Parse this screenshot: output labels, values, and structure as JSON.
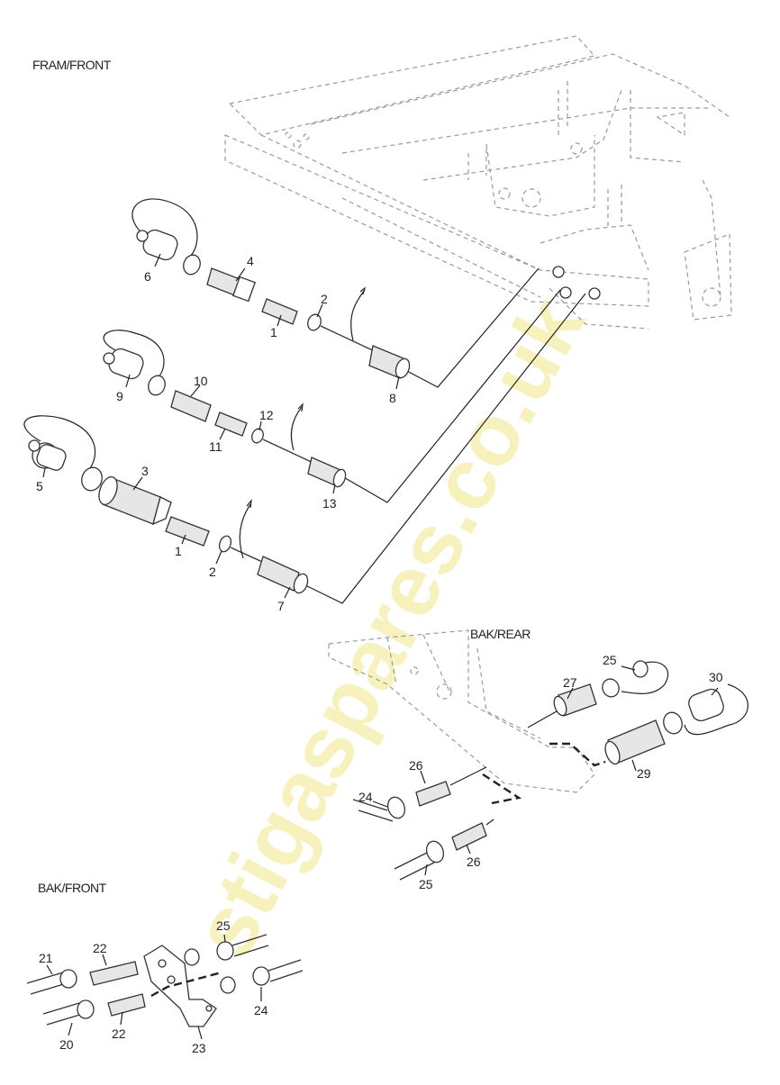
{
  "sections": {
    "front_frame": "FRAM/FRONT",
    "rear": "BAK/REAR",
    "front_bracket": "BAK/FRONT"
  },
  "watermark": {
    "text": "stigaspares.co.uk",
    "color": "#f7f0b8"
  },
  "callouts": {
    "c6": "6",
    "c4": "4",
    "c2a": "2",
    "c1a": "1",
    "c8": "8",
    "c10": "10",
    "c9": "9",
    "c12": "12",
    "c11": "11",
    "c13": "13",
    "c3": "3",
    "c5": "5",
    "c1b": "1",
    "c2b": "2",
    "c7": "7",
    "c25a": "25",
    "c27": "27",
    "c30": "30",
    "c26a": "26",
    "c24a": "24",
    "c29": "29",
    "c26b": "26",
    "c25b": "25",
    "c25c": "25",
    "c21": "21",
    "c22a": "22",
    "c22b": "22",
    "c20": "20",
    "c23": "23",
    "c24b": "24"
  },
  "colors": {
    "line": "#222222",
    "ghost_frame": "#9a9a9a"
  }
}
